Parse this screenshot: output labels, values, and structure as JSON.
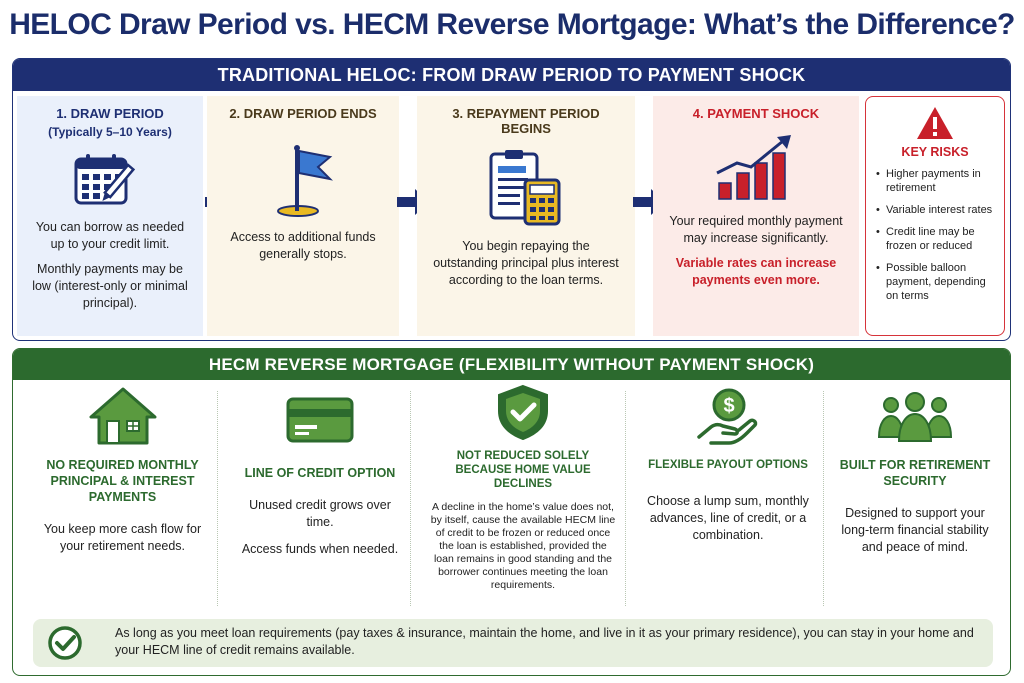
{
  "title": "HELOC Draw Period vs. HECM Reverse Mortgage: What’s the Difference?",
  "heloc": {
    "header": "TRADITIONAL HELOC: FROM DRAW PERIOD TO PAYMENT SHOCK",
    "steps": [
      {
        "title": "1. DRAW PERIOD",
        "subtitle": "(Typically 5–10 Years)",
        "icon": "calendar-pencil-icon",
        "text1": "You can borrow as needed up to your credit limit.",
        "text2": "Monthly payments may be low (interest-only or minimal principal)."
      },
      {
        "title": "2. DRAW PERIOD ENDS",
        "icon": "flag-icon",
        "text1": "Access to additional funds generally stops."
      },
      {
        "title": "3. REPAYMENT PERIOD BEGINS",
        "icon": "clipboard-calculator-icon",
        "text1": "You begin repaying the outstanding principal plus interest according to the loan terms."
      },
      {
        "title": "4. PAYMENT SHOCK",
        "icon": "rising-bar-chart-icon",
        "text1": "Your required monthly payment may increase significantly.",
        "text2": "Variable rates can increase payments even more."
      }
    ],
    "risks": {
      "title": "KEY RISKS",
      "icon": "warning-icon",
      "items": [
        "Higher payments in retirement",
        "Variable interest rates",
        "Credit line may be frozen or reduced",
        "Possible balloon payment, depending on terms"
      ]
    }
  },
  "hecm": {
    "header": "HECM REVERSE MORTGAGE (FLEXIBILITY WITHOUT PAYMENT SHOCK)",
    "features": [
      {
        "title": "NO REQUIRED MONTHLY PRINCIPAL & INTEREST PAYMENTS",
        "icon": "house-icon",
        "text1": "You keep more cash flow for your retirement needs."
      },
      {
        "title": "LINE OF CREDIT OPTION",
        "icon": "credit-card-icon",
        "text1": "Unused credit grows over time.",
        "text2": "Access funds when needed."
      },
      {
        "title": "NOT REDUCED SOLELY BECAUSE HOME VALUE DECLINES",
        "icon": "shield-check-icon",
        "text1": "A decline in the home’s value does not, by itself, cause the available HECM line of credit to be frozen or reduced once the loan is established, provided the loan remains in good standing and the borrower continues meeting the loan requirements."
      },
      {
        "title": "FLEXIBLE PAYOUT OPTIONS",
        "icon": "hand-coin-icon",
        "text1": "Choose a lump sum, monthly advances, line of credit, or a combination."
      },
      {
        "title": "BUILT FOR RETIREMENT SECURITY",
        "icon": "people-group-icon",
        "text1": "Designed to support your long-term financial stability and peace of mind."
      }
    ],
    "note": {
      "icon": "check-circle-icon",
      "text": "As long as you meet loan requirements (pay taxes & insurance, maintain the home, and live in it as your primary residence), you can stay in your home and your HECM line of credit remains available."
    }
  },
  "colors": {
    "navy": "#1e2f73",
    "green": "#2c6a2e",
    "red": "#c8202a",
    "gold": "#e8b923"
  }
}
